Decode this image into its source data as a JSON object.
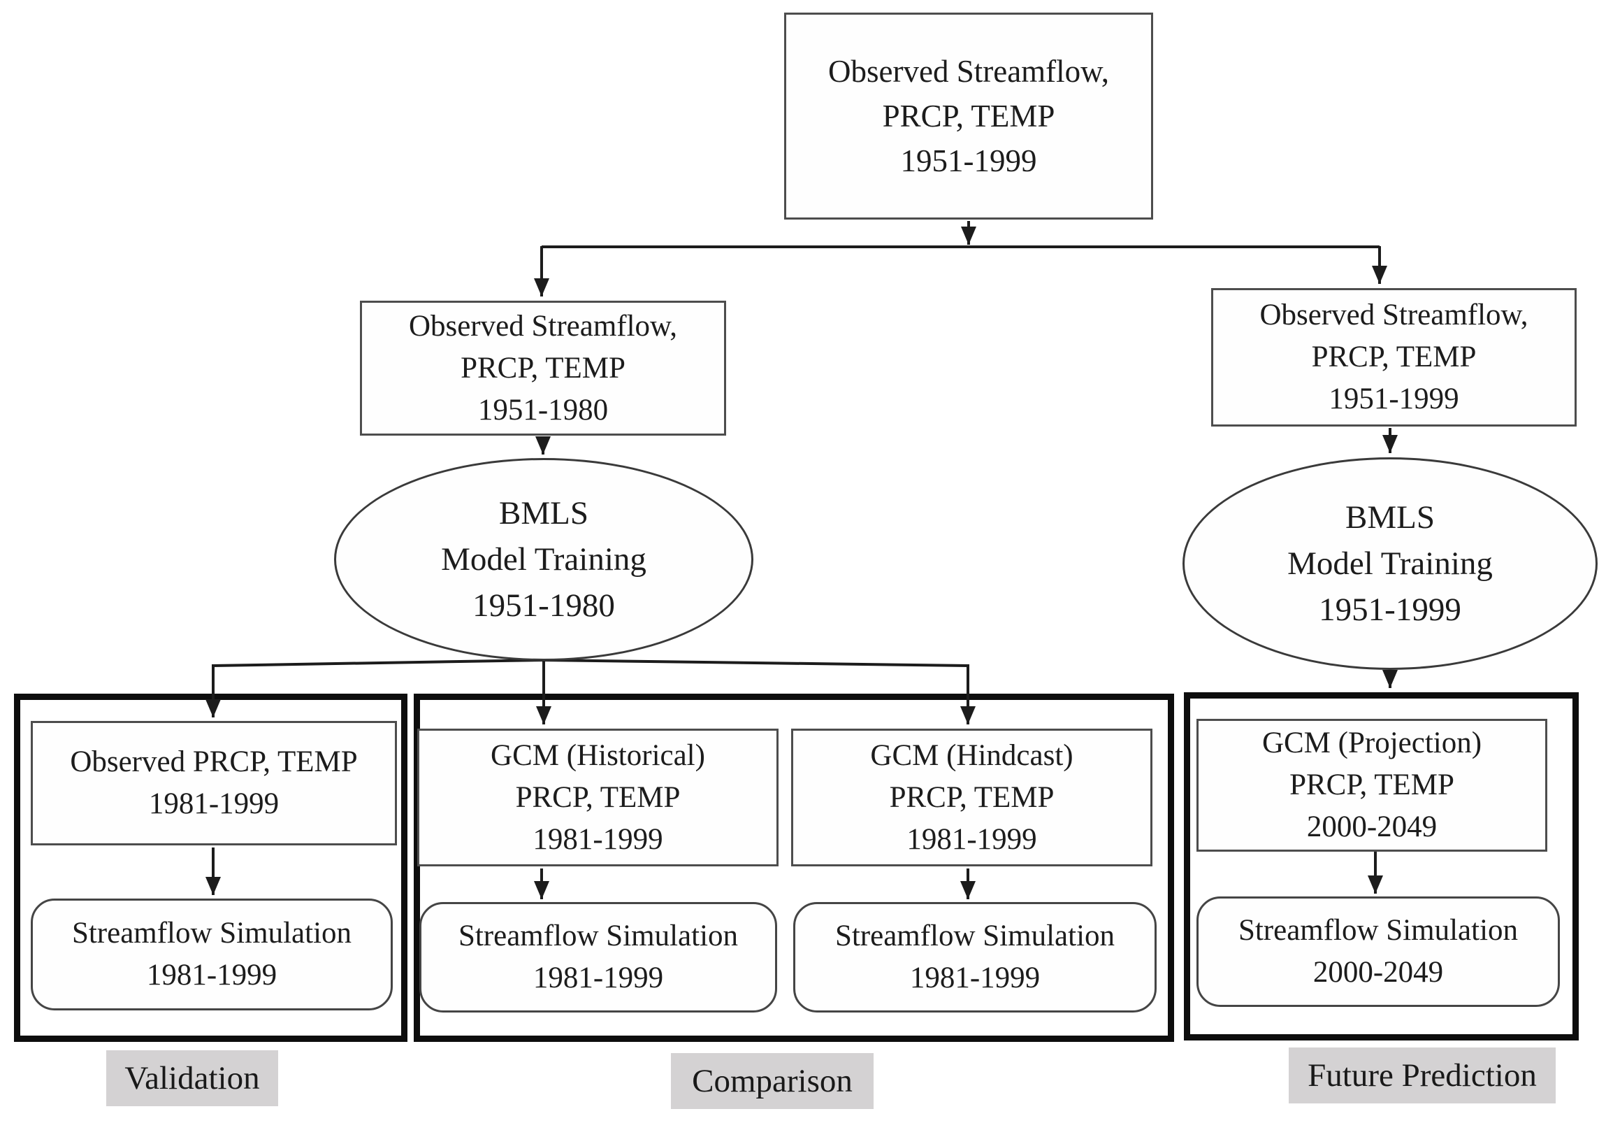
{
  "diagram": {
    "title_semantics": "BMLS streamflow modeling workflow flowchart",
    "colors": {
      "background": "#ffffff",
      "node_border": "#4d4d4d",
      "group_border": "#0d0d0d",
      "ellipse_border": "#3a3a3a",
      "connector": "#1c1c1c",
      "label_background": "#d4d2d3",
      "text": "#1c1c1c"
    },
    "nodes": {
      "top_box": {
        "lines": [
          "Observed Streamflow,",
          "PRCP, TEMP",
          "1951-1999"
        ]
      },
      "left_branch_box": {
        "lines": [
          "Observed Streamflow,",
          "PRCP, TEMP",
          "1951-1980"
        ]
      },
      "right_branch_box": {
        "lines": [
          "Observed Streamflow,",
          "PRCP, TEMP",
          "1951-1999"
        ]
      },
      "left_ellipse": {
        "lines": [
          "BMLS",
          "Model Training",
          "1951-1980"
        ]
      },
      "right_ellipse": {
        "lines": [
          "BMLS",
          "Model Training",
          "1951-1999"
        ]
      },
      "validation_input_box": {
        "lines": [
          "Observed PRCP, TEMP",
          "1981-1999"
        ]
      },
      "validation_sim_box": {
        "lines": [
          "Streamflow Simulation",
          "1981-1999"
        ]
      },
      "gcm_historical_box": {
        "lines": [
          "GCM (Historical)",
          "PRCP, TEMP",
          "1981-1999"
        ]
      },
      "gcm_hindcast_box": {
        "lines": [
          "GCM (Hindcast)",
          "PRCP, TEMP",
          "1981-1999"
        ]
      },
      "comparison_sim_left_box": {
        "lines": [
          "Streamflow Simulation",
          "1981-1999"
        ]
      },
      "comparison_sim_right_box": {
        "lines": [
          "Streamflow Simulation",
          "1981-1999"
        ]
      },
      "gcm_projection_box": {
        "lines": [
          "GCM (Projection)",
          "PRCP, TEMP",
          "2000-2049"
        ]
      },
      "future_sim_box": {
        "lines": [
          "Streamflow Simulation",
          "2000-2049"
        ]
      }
    },
    "group_labels": {
      "validation": "Validation",
      "comparison": "Comparison",
      "future_prediction": "Future Prediction"
    }
  }
}
